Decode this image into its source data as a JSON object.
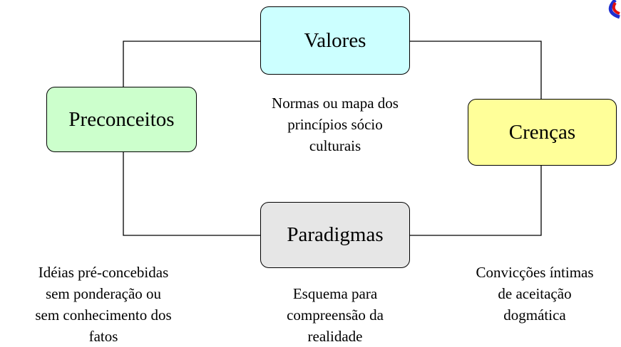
{
  "nodes": {
    "valores": {
      "label": "Valores",
      "fill": "#ccffff"
    },
    "preconceitos": {
      "label": "Preconceitos",
      "fill": "#ccffcc"
    },
    "crencas": {
      "label": "Crenças",
      "fill": "#ffff99"
    },
    "paradigmas": {
      "label": "Paradigmas",
      "fill": "#e6e6e6"
    }
  },
  "notes": {
    "valores": [
      "Normas ou mapa dos",
      "princípios sócio",
      "culturais"
    ],
    "preconceitos": [
      "Idéias pré-concebidas",
      "sem ponderação ou",
      "sem conhecimento dos",
      "fatos"
    ],
    "paradigmas": [
      "Esquema para",
      "compreensão da",
      "realidade"
    ],
    "crencas": [
      "Convicções íntimas",
      "de aceitação",
      "dogmática"
    ]
  },
  "colors": {
    "line": "#000000",
    "logo_blue": "#1f2fd0",
    "logo_red": "#e01010"
  },
  "icons": {
    "corner_logo": "partial-logo-icon"
  }
}
